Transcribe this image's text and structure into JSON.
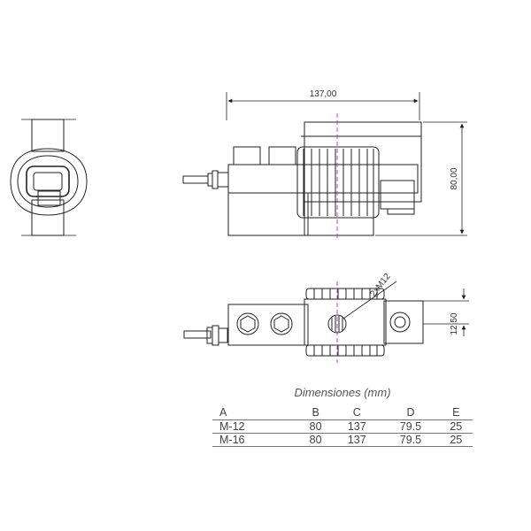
{
  "drawing": {
    "dim_length": "137,00",
    "dim_height": "80,00",
    "dim_offset": "12,50",
    "thread_label": "2xM12"
  },
  "table": {
    "title": "Dimensiones (mm)",
    "headers": [
      "A",
      "B",
      "C",
      "D",
      "E"
    ],
    "rows": [
      [
        "M-12",
        "80",
        "137",
        "79.5",
        "25"
      ],
      [
        "M-16",
        "80",
        "137",
        "79.5",
        "25"
      ]
    ]
  },
  "colors": {
    "centerline": "#c040c0",
    "line": "#222222"
  }
}
